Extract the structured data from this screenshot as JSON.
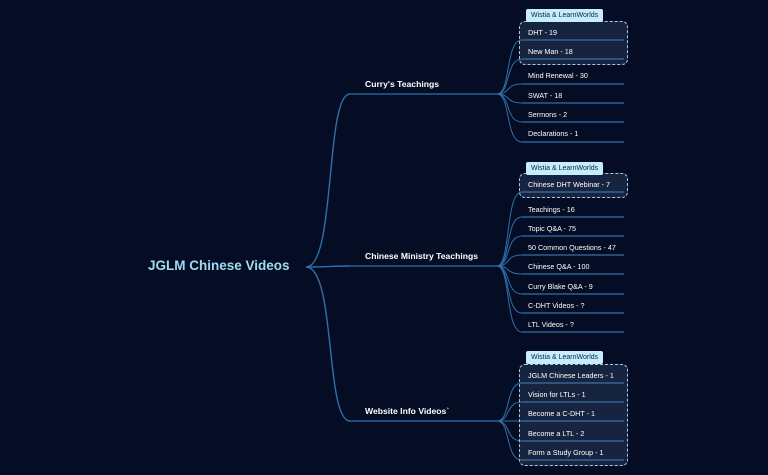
{
  "root": "JGLM Chinese Videos",
  "tag_label": "Wistia & LearnWorlds",
  "branches": [
    {
      "label": "Curry's Teachings",
      "leaves": [
        "DHT - 19",
        "New Man - 18",
        "Mind Renewal - 30",
        "SWAT - 18",
        "Sermons - 2",
        "Declarations - 1"
      ]
    },
    {
      "label": "Chinese Ministry Teachings",
      "leaves": [
        "Chinese DHT Webinar - 7",
        "Teachings - 16",
        "Topic Q&A - 75",
        "50 Common Questions - 47",
        "Chinese Q&A - 100",
        "Curry Blake Q&A - 9",
        "C-DHT Videos - ?",
        "LTL Videos - ?"
      ]
    },
    {
      "label": "Website Info Videos`",
      "leaves": [
        "JGLM Chinese Leaders - 1",
        "Vision for LTLs - 1",
        "Become a C-DHT - 1",
        "Become a LTL - 2",
        "Form a Study Group - 1"
      ]
    }
  ],
  "colors": {
    "background": "#050d24",
    "root_text": "#9fdcf2",
    "connector": "#2f6fa8",
    "leaf_line": "#3d86c9",
    "tag_fill": "#c6edfb"
  }
}
